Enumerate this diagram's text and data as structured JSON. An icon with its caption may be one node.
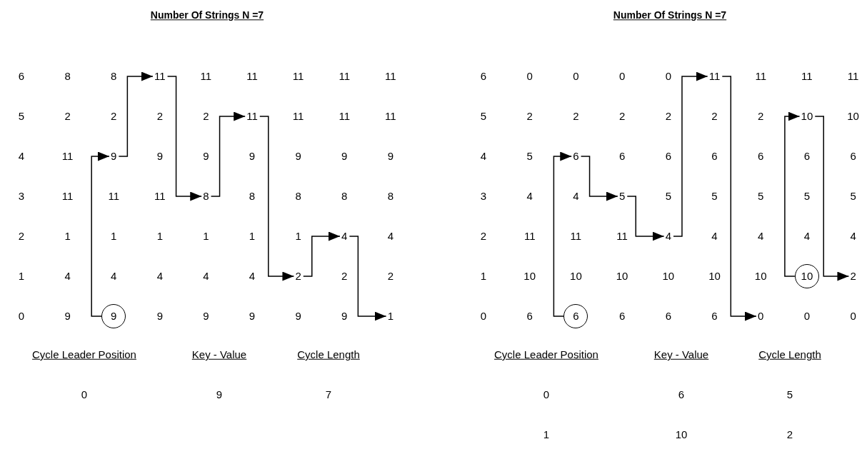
{
  "diagram": {
    "nodes": [
      {
        "text": [
          "11"
        ]
      },
      {
        "text": [
          "11"
        ]
      },
      {
        "text": [
          "9"
        ]
      },
      {
        "text": [
          "8"
        ]
      },
      {
        "text": [
          "4"
        ]
      },
      {
        "text": [
          "2"
        ]
      },
      {
        "text": [
          "9"
        ]
      },
      {
        "text": [
          "1"
        ]
      },
      {
        "text": [
          "11"
        ]
      },
      {
        "text": [
          "10"
        ]
      },
      {
        "text": [
          "6"
        ]
      },
      {
        "text": [
          "5"
        ]
      },
      {
        "text": [
          "4"
        ]
      },
      {
        "text": [
          "10"
        ]
      },
      {
        "text": [
          "2"
        ]
      },
      {
        "text": [
          "6"
        ]
      },
      {
        "text": [
          "0"
        ]
      }
    ],
    "edges": [
      {
        "from": 6,
        "to": 2,
        "arrow": "to"
      },
      {
        "from": 2,
        "to": 0,
        "arrow": "to"
      },
      {
        "from": 0,
        "to": 3,
        "arrow": "to"
      },
      {
        "from": 3,
        "to": 1,
        "arrow": "to"
      },
      {
        "from": 1,
        "to": 5,
        "arrow": "to"
      },
      {
        "from": 5,
        "to": 4,
        "arrow": "to"
      },
      {
        "from": 4,
        "to": 7,
        "arrow": "to"
      },
      {
        "from": 15,
        "to": 10,
        "arrow": "to"
      },
      {
        "from": 10,
        "to": 11,
        "arrow": "to"
      },
      {
        "from": 11,
        "to": 12,
        "arrow": "to"
      },
      {
        "from": 12,
        "to": 8,
        "arrow": "to"
      },
      {
        "from": 8,
        "to": 16,
        "arrow": "to"
      },
      {
        "from": 13,
        "to": 9,
        "arrow": "to"
      },
      {
        "from": 9,
        "to": 14,
        "arrow": "to"
      }
    ],
    "labels": [
      "Number Of Strings N =7",
      "6",
      "8",
      "8",
      "11",
      "11",
      "11",
      "11",
      "11",
      "5",
      "2",
      "2",
      "2",
      "2",
      "11",
      "11",
      "11",
      "4",
      "11",
      "9",
      "9",
      "9",
      "9",
      "9",
      "9",
      "3",
      "11",
      "11",
      "11",
      "8",
      "8",
      "8",
      "8",
      "2",
      "1",
      "1",
      "1",
      "1",
      "1",
      "1",
      "4",
      "1",
      "4",
      "4",
      "4",
      "4",
      "4",
      "2",
      "2",
      "0",
      "9",
      "9",
      "9",
      "9",
      "9",
      "9",
      "Cycle Leader Position",
      "Key - Value",
      "Cycle Length",
      "0",
      "9",
      "7",
      "Number Of Strings N =7",
      "6",
      "0",
      "0",
      "0",
      "0",
      "11",
      "11",
      "11",
      "5",
      "2",
      "2",
      "2",
      "2",
      "2",
      "2",
      "10",
      "4",
      "5",
      "6",
      "6",
      "6",
      "6",
      "6",
      "6",
      "3",
      "4",
      "4",
      "5",
      "5",
      "5",
      "5",
      "5",
      "2",
      "11",
      "11",
      "11",
      "4",
      "4",
      "4",
      "4",
      "1",
      "10",
      "10",
      "10",
      "10",
      "10",
      "10",
      "0",
      "6",
      "6",
      "6",
      "6",
      "0",
      "0",
      "Cycle Leader Position",
      "Key - Value",
      "Cycle Length",
      "0",
      "6",
      "5",
      "1",
      "10",
      "2"
    ]
  }
}
